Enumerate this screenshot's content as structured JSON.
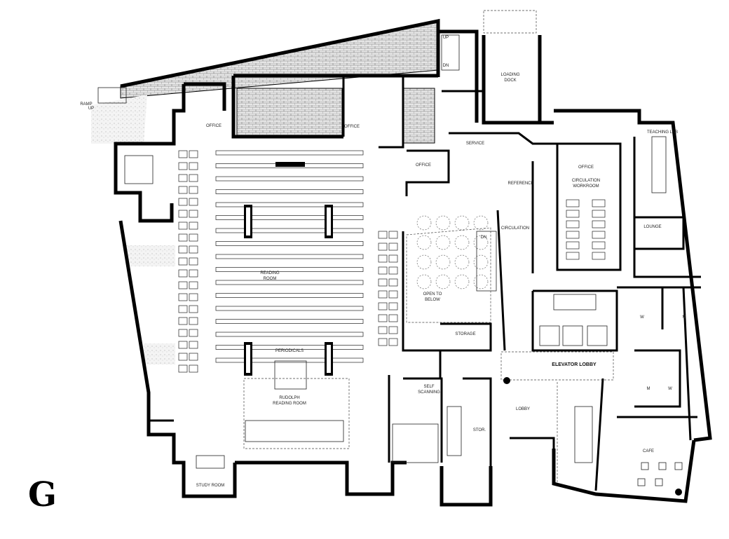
{
  "plan": {
    "rooms": {
      "office_1": "OFFICE",
      "office_2": "OFFICE",
      "office_3": "OFFICE",
      "office_4": "OFFICE",
      "service": "SERVICE",
      "loading_dock_1": "LOADING",
      "loading_dock_2": "DOCK",
      "teaching_lab": "TEACHING LAB",
      "reference": "REFERENCE",
      "circulation_workroom_1": "CIRCULATION",
      "circulation_workroom_2": "WORKROOM",
      "circulation": "CIRCULATION",
      "lounge": "LOUNGE",
      "reading_room_1": "READING",
      "reading_room_2": "ROOM",
      "open_to_below_1": "OPEN TO",
      "open_to_below_2": "BELOW",
      "storage": "STORAGE",
      "elevator_lobby": "ELEVATOR LOBBY",
      "periodicals": "PERIODICALS",
      "rudolph_1": "RUDOLPH",
      "rudolph_2": "READING ROOM",
      "self_scanning_1": "SELF",
      "self_scanning_2": "SCANNING",
      "stor": "STOR.",
      "lobby": "LOBBY",
      "cafe": "CAFE",
      "study_room": "STUDY ROOM",
      "restroom_w_1": "W",
      "restroom_m_1": "M",
      "restroom_m_2": "M",
      "restroom_w_2": "W"
    },
    "stairs": {
      "up": "UP",
      "dn": "DN",
      "ramp_1": "RAMP",
      "ramp_2": "UP"
    },
    "logo_letter": "G",
    "colors": {
      "wall": "#000000",
      "background": "#ffffff",
      "hatch": "#cfcfcf"
    }
  }
}
